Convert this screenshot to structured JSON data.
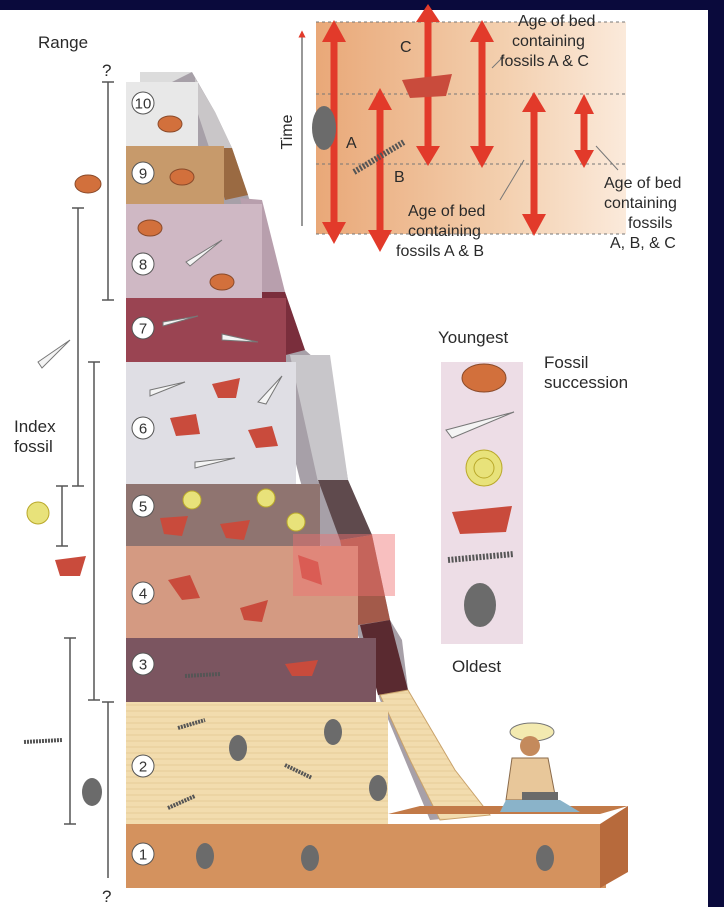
{
  "range_label": "Range",
  "range_top_mark": "?",
  "range_bottom_mark": "?",
  "index_fossil_label": [
    "Index",
    "fossil"
  ],
  "beds": [
    "1",
    "2",
    "3",
    "4",
    "5",
    "6",
    "7",
    "8",
    "9",
    "10"
  ],
  "fossil_succession": {
    "title": [
      "Fossil",
      "succession"
    ],
    "youngest": "Youngest",
    "oldest": "Oldest"
  },
  "inset": {
    "time_axis": "Time",
    "fossil_a": "A",
    "fossil_b": "B",
    "fossil_c": "C",
    "label_ac": [
      "Age of bed",
      "containing",
      "fossils A & C"
    ],
    "label_ab": [
      "Age of bed",
      "containing",
      "fossils A & B"
    ],
    "label_abc": [
      "Age of bed",
      "containing",
      "fossils",
      "A, B, & C"
    ]
  },
  "colors": {
    "background": "#0a0a3c",
    "arrow": "#e23a2a",
    "highlight": "#f07070"
  }
}
